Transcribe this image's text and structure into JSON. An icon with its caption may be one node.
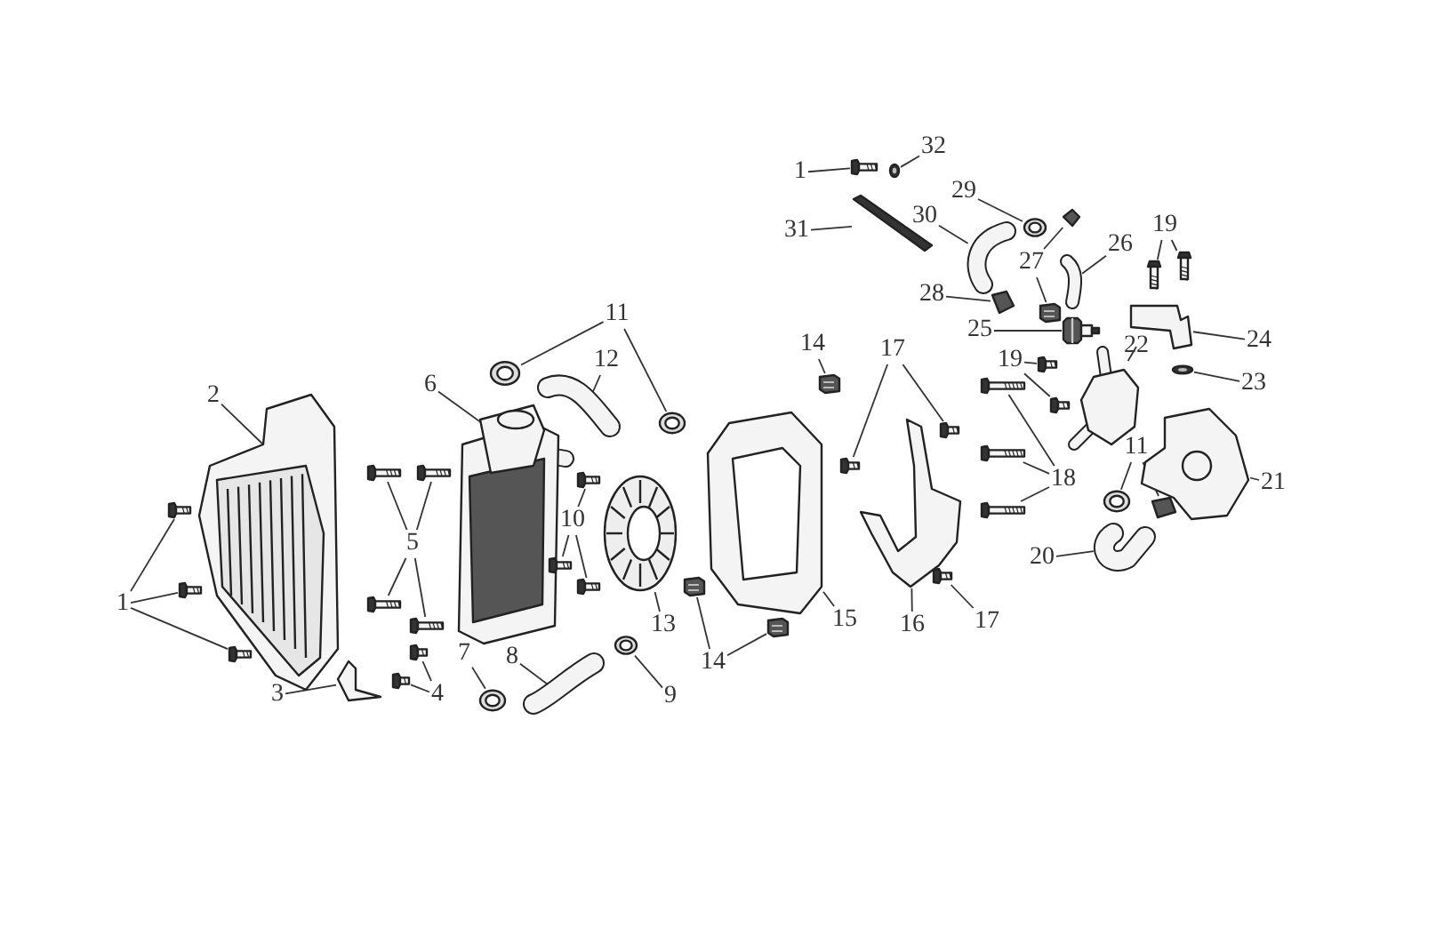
{
  "diagram": {
    "nodes": [
      {
        "text": [
          "1"
        ]
      },
      {
        "text": [
          "32"
        ]
      },
      {
        "text": [
          "31"
        ]
      },
      {
        "text": [
          "29"
        ]
      },
      {
        "text": [
          "30"
        ]
      },
      {
        "text": [
          "19"
        ]
      },
      {
        "text": [
          "26"
        ]
      },
      {
        "text": [
          "27"
        ]
      },
      {
        "text": [
          "28"
        ]
      },
      {
        "text": [
          "11"
        ]
      },
      {
        "text": [
          "12"
        ]
      },
      {
        "text": [
          "17"
        ]
      },
      {
        "text": [
          "14"
        ]
      },
      {
        "text": [
          "25"
        ]
      },
      {
        "text": [
          "24"
        ]
      },
      {
        "text": [
          "22"
        ]
      },
      {
        "text": [
          "23"
        ]
      },
      {
        "text": [
          "2"
        ]
      },
      {
        "text": [
          "6"
        ]
      },
      {
        "text": [
          "19"
        ]
      },
      {
        "text": [
          "18"
        ]
      },
      {
        "text": [
          "21"
        ]
      },
      {
        "text": [
          "11"
        ]
      },
      {
        "text": [
          "5"
        ]
      },
      {
        "text": [
          "10"
        ]
      },
      {
        "text": [
          "1"
        ]
      },
      {
        "text": [
          "13"
        ]
      },
      {
        "text": [
          "15"
        ]
      },
      {
        "text": [
          "16"
        ]
      },
      {
        "text": [
          "17"
        ]
      },
      {
        "text": [
          "20"
        ]
      },
      {
        "text": [
          "14"
        ]
      },
      {
        "text": [
          "3"
        ]
      },
      {
        "text": [
          "4"
        ]
      },
      {
        "text": [
          "7"
        ]
      },
      {
        "text": [
          "8"
        ]
      },
      {
        "text": [
          "9"
        ]
      },
      {
        "text": [],
        "shape": "picture"
      },
      {
        "text": [],
        "shape": "picture"
      },
      {
        "text": [],
        "shape": "picture"
      },
      {
        "text": [],
        "shape": "picture"
      },
      {
        "text": [],
        "shape": "picture"
      },
      {
        "text": [],
        "shape": "picture"
      },
      {
        "text": [],
        "shape": "picture"
      },
      {
        "text": [],
        "shape": "picture"
      },
      {
        "text": [],
        "shape": "picture"
      },
      {
        "text": [],
        "shape": "picture"
      },
      {
        "text": [],
        "shape": "picture"
      },
      {
        "text": [],
        "shape": "picture"
      },
      {
        "text": [],
        "shape": "picture"
      },
      {
        "text": [],
        "shape": "picture"
      },
      {
        "text": [],
        "shape": "picture"
      },
      {
        "text": [],
        "shape": "picture"
      },
      {
        "text": [],
        "shape": "picture"
      },
      {
        "text": [],
        "shape": "picture"
      },
      {
        "text": [],
        "shape": "picture"
      },
      {
        "text": [],
        "shape": "picture"
      },
      {
        "text": [],
        "shape": "picture"
      },
      {
        "text": [],
        "shape": "picture"
      },
      {
        "text": [],
        "shape": "picture"
      },
      {
        "text": [],
        "shape": "picture"
      },
      {
        "text": [],
        "shape": "picture"
      },
      {
        "text": [],
        "shape": "picture"
      },
      {
        "text": [],
        "shape": "picture"
      },
      {
        "text": [],
        "shape": "picture"
      },
      {
        "text": [],
        "shape": "picture"
      },
      {
        "text": [],
        "shape": "picture"
      },
      {
        "text": [],
        "shape": "picture"
      },
      {
        "text": [],
        "shape": "picture"
      },
      {
        "text": [],
        "shape": "picture"
      },
      {
        "text": [],
        "shape": "picture"
      },
      {
        "text": [],
        "shape": "picture"
      },
      {
        "text": [],
        "shape": "picture"
      },
      {
        "text": [],
        "shape": "picture"
      },
      {
        "text": [],
        "shape": "picture"
      },
      {
        "text": [],
        "shape": "picture"
      },
      {
        "text": [],
        "shape": "picture"
      },
      {
        "text": [],
        "shape": "picture"
      },
      {
        "text": [],
        "shape": "picture"
      },
      {
        "text": [],
        "shape": "picture"
      },
      {
        "text": [],
        "shape": "picture"
      },
      {
        "text": [],
        "shape": "picture"
      },
      {
        "text": [],
        "shape": "picture"
      },
      {
        "text": [],
        "shape": "picture"
      },
      {
        "text": [],
        "shape": "picture"
      },
      {
        "text": [],
        "shape": "picture"
      },
      {
        "text": [],
        "shape": "picture"
      },
      {
        "text": [],
        "shape": "picture"
      },
      {
        "text": [],
        "shape": "picture"
      },
      {
        "text": [],
        "shape": "picture"
      },
      {
        "text": [],
        "shape": "picture"
      }
    ],
    "edges": [
      {
        "from": 0,
        "to": 37,
        "arrow": "none"
      },
      {
        "from": 1,
        "to": 38,
        "arrow": "none"
      },
      {
        "from": 2,
        "to": 39,
        "arrow": "none"
      },
      {
        "from": 3,
        "to": 40,
        "arrow": "none"
      },
      {
        "from": 4,
        "to": 41,
        "arrow": "none"
      },
      {
        "from": 5,
        "to": 42,
        "arrow": "none"
      },
      {
        "from": 5,
        "to": 43,
        "arrow": "none"
      },
      {
        "from": 6,
        "to": 44,
        "arrow": "none"
      },
      {
        "from": 7,
        "to": 45,
        "arrow": "none"
      },
      {
        "from": 7,
        "to": 46,
        "arrow": "none"
      },
      {
        "from": 8,
        "to": 47,
        "arrow": "none"
      },
      {
        "from": 9,
        "to": 48,
        "arrow": "none"
      },
      {
        "from": 9,
        "to": 49,
        "arrow": "none"
      },
      {
        "from": 10,
        "to": 50,
        "arrow": "none"
      },
      {
        "from": 11,
        "to": 51,
        "arrow": "none"
      },
      {
        "from": 11,
        "to": 52,
        "arrow": "none"
      },
      {
        "from": 12,
        "to": 53,
        "arrow": "none"
      },
      {
        "from": 13,
        "to": 54,
        "arrow": "none"
      },
      {
        "from": 14,
        "to": 55,
        "arrow": "none"
      },
      {
        "from": 15,
        "to": 56,
        "arrow": "none"
      },
      {
        "from": 16,
        "to": 57,
        "arrow": "none"
      },
      {
        "from": 17,
        "to": 58,
        "arrow": "none"
      },
      {
        "from": 18,
        "to": 59,
        "arrow": "none"
      },
      {
        "from": 19,
        "to": 60,
        "arrow": "none"
      },
      {
        "from": 19,
        "to": 61,
        "arrow": "none"
      },
      {
        "from": 20,
        "to": 62,
        "arrow": "none"
      },
      {
        "from": 20,
        "to": 63,
        "arrow": "none"
      },
      {
        "from": 20,
        "to": 64,
        "arrow": "none"
      },
      {
        "from": 21,
        "to": 65,
        "arrow": "none"
      },
      {
        "from": 22,
        "to": 66,
        "arrow": "none"
      },
      {
        "from": 22,
        "to": 67,
        "arrow": "none"
      },
      {
        "from": 23,
        "to": 68,
        "arrow": "none"
      },
      {
        "from": 23,
        "to": 69,
        "arrow": "none"
      },
      {
        "from": 23,
        "to": 70,
        "arrow": "none"
      },
      {
        "from": 23,
        "to": 71,
        "arrow": "none"
      },
      {
        "from": 24,
        "to": 72,
        "arrow": "none"
      },
      {
        "from": 24,
        "to": 73,
        "arrow": "none"
      },
      {
        "from": 24,
        "to": 74,
        "arrow": "none"
      },
      {
        "from": 25,
        "to": 75,
        "arrow": "none"
      },
      {
        "from": 25,
        "to": 76,
        "arrow": "none"
      },
      {
        "from": 25,
        "to": 77,
        "arrow": "none"
      },
      {
        "from": 26,
        "to": 78,
        "arrow": "none"
      },
      {
        "from": 27,
        "to": 79,
        "arrow": "none"
      },
      {
        "from": 28,
        "to": 80,
        "arrow": "none"
      },
      {
        "from": 29,
        "to": 81,
        "arrow": "none"
      },
      {
        "from": 30,
        "to": 82,
        "arrow": "none"
      },
      {
        "from": 31,
        "to": 83,
        "arrow": "none"
      },
      {
        "from": 31,
        "to": 84,
        "arrow": "none"
      },
      {
        "from": 32,
        "to": 85,
        "arrow": "none"
      },
      {
        "from": 33,
        "to": 86,
        "arrow": "none"
      },
      {
        "from": 33,
        "to": 87,
        "arrow": "none"
      },
      {
        "from": 34,
        "to": 88,
        "arrow": "none"
      },
      {
        "from": 35,
        "to": 89,
        "arrow": "none"
      },
      {
        "from": 36,
        "to": 90,
        "arrow": "none"
      }
    ]
  }
}
